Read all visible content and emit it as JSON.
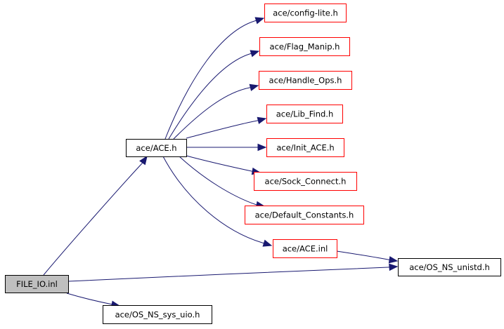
{
  "graph": {
    "type": "include-dependency-graph",
    "colors": {
      "edge": "#191970",
      "root_fill": "#bfbfbf",
      "root_border": "#000000",
      "default_border": "#000000",
      "linked_border": "#ff0000",
      "node_fill": "#ffffff"
    },
    "nodes": [
      {
        "id": "file_io_inl",
        "label": "FILE_IO.inl",
        "style": "root"
      },
      {
        "id": "ace_h",
        "label": "ace/ACE.h",
        "style": "default"
      },
      {
        "id": "config_lite_h",
        "label": "ace/config-lite.h",
        "style": "linked"
      },
      {
        "id": "flag_manip_h",
        "label": "ace/Flag_Manip.h",
        "style": "linked"
      },
      {
        "id": "handle_ops_h",
        "label": "ace/Handle_Ops.h",
        "style": "linked"
      },
      {
        "id": "lib_find_h",
        "label": "ace/Lib_Find.h",
        "style": "linked"
      },
      {
        "id": "init_ace_h",
        "label": "ace/Init_ACE.h",
        "style": "linked"
      },
      {
        "id": "sock_connect_h",
        "label": "ace/Sock_Connect.h",
        "style": "linked"
      },
      {
        "id": "default_constants_h",
        "label": "ace/Default_Constants.h",
        "style": "linked"
      },
      {
        "id": "ace_inl",
        "label": "ace/ACE.inl",
        "style": "linked"
      },
      {
        "id": "os_ns_unistd_h",
        "label": "ace/OS_NS_unistd.h",
        "style": "default"
      },
      {
        "id": "os_ns_sys_uio_h",
        "label": "ace/OS_NS_sys_uio.h",
        "style": "default"
      }
    ],
    "edges": [
      {
        "from": "file_io_inl",
        "to": "ace_h"
      },
      {
        "from": "file_io_inl",
        "to": "os_ns_unistd_h"
      },
      {
        "from": "file_io_inl",
        "to": "os_ns_sys_uio_h"
      },
      {
        "from": "ace_h",
        "to": "config_lite_h"
      },
      {
        "from": "ace_h",
        "to": "flag_manip_h"
      },
      {
        "from": "ace_h",
        "to": "handle_ops_h"
      },
      {
        "from": "ace_h",
        "to": "lib_find_h"
      },
      {
        "from": "ace_h",
        "to": "init_ace_h"
      },
      {
        "from": "ace_h",
        "to": "sock_connect_h"
      },
      {
        "from": "ace_h",
        "to": "default_constants_h"
      },
      {
        "from": "ace_h",
        "to": "ace_inl"
      },
      {
        "from": "ace_inl",
        "to": "os_ns_unistd_h"
      }
    ]
  }
}
